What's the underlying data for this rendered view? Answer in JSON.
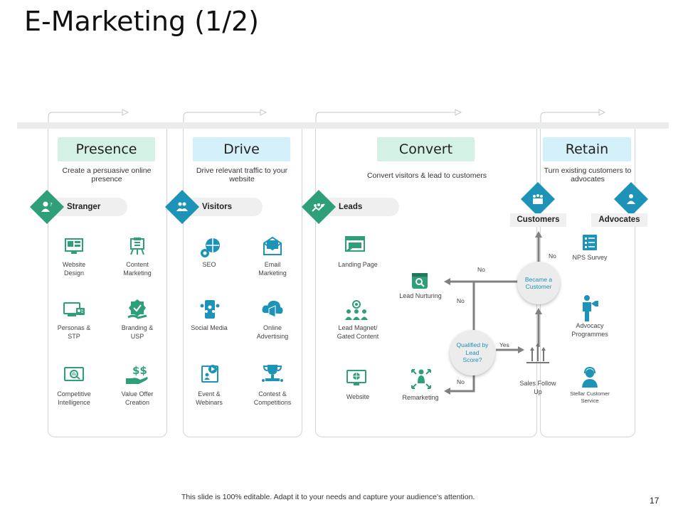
{
  "title": "E-Marketing (1/2)",
  "colors": {
    "green": "#2f9f7a",
    "blue": "#1d93b8",
    "green_bg": "#d4f1e5",
    "blue_bg": "#d4f0fa",
    "arrow": "#808080"
  },
  "stages": [
    {
      "header": "Presence",
      "description": "Create a persuasive online presence",
      "pill": "Stranger",
      "icon": "stranger-icon",
      "items": [
        "Website Design",
        "Content Marketing",
        "Personas & STP",
        "Branding & USP",
        "Competitive Intelligence",
        "Value Offer Creation"
      ]
    },
    {
      "header": "Drive",
      "description": "Drive relevant traffic to your website",
      "pill": "Visitors",
      "icon": "visitors-icon",
      "items": [
        "SEO",
        "Email Marketing",
        "Social Media",
        "Online Advertising",
        "Event & Webinars",
        "Contest & Competitions"
      ]
    },
    {
      "header": "Convert",
      "description": "Convert visitors & lead to customers",
      "pill": "Leads",
      "icon": "leads-icon",
      "items": [
        "Landing Page",
        "Lead Magnet/ Gated Content",
        "Website",
        "Lead Nurturing",
        "Remarketing"
      ]
    },
    {
      "header": "Retain",
      "description": "Turn existing customers to advocates",
      "items": [
        "NPS Survey",
        "Advocacy Programmes",
        "Stellar Customer Service"
      ]
    }
  ],
  "flow": {
    "qualified": "Qualified by Lead Score?",
    "became": "Became a Customer",
    "sales": "Sales Follow Up",
    "yes": "Yes",
    "no": "No",
    "customers": "Customers",
    "advocates": "Advocates"
  },
  "footer": "This slide is 100% editable. Adapt it to your needs and capture your audience's attention.",
  "page_number": "17"
}
